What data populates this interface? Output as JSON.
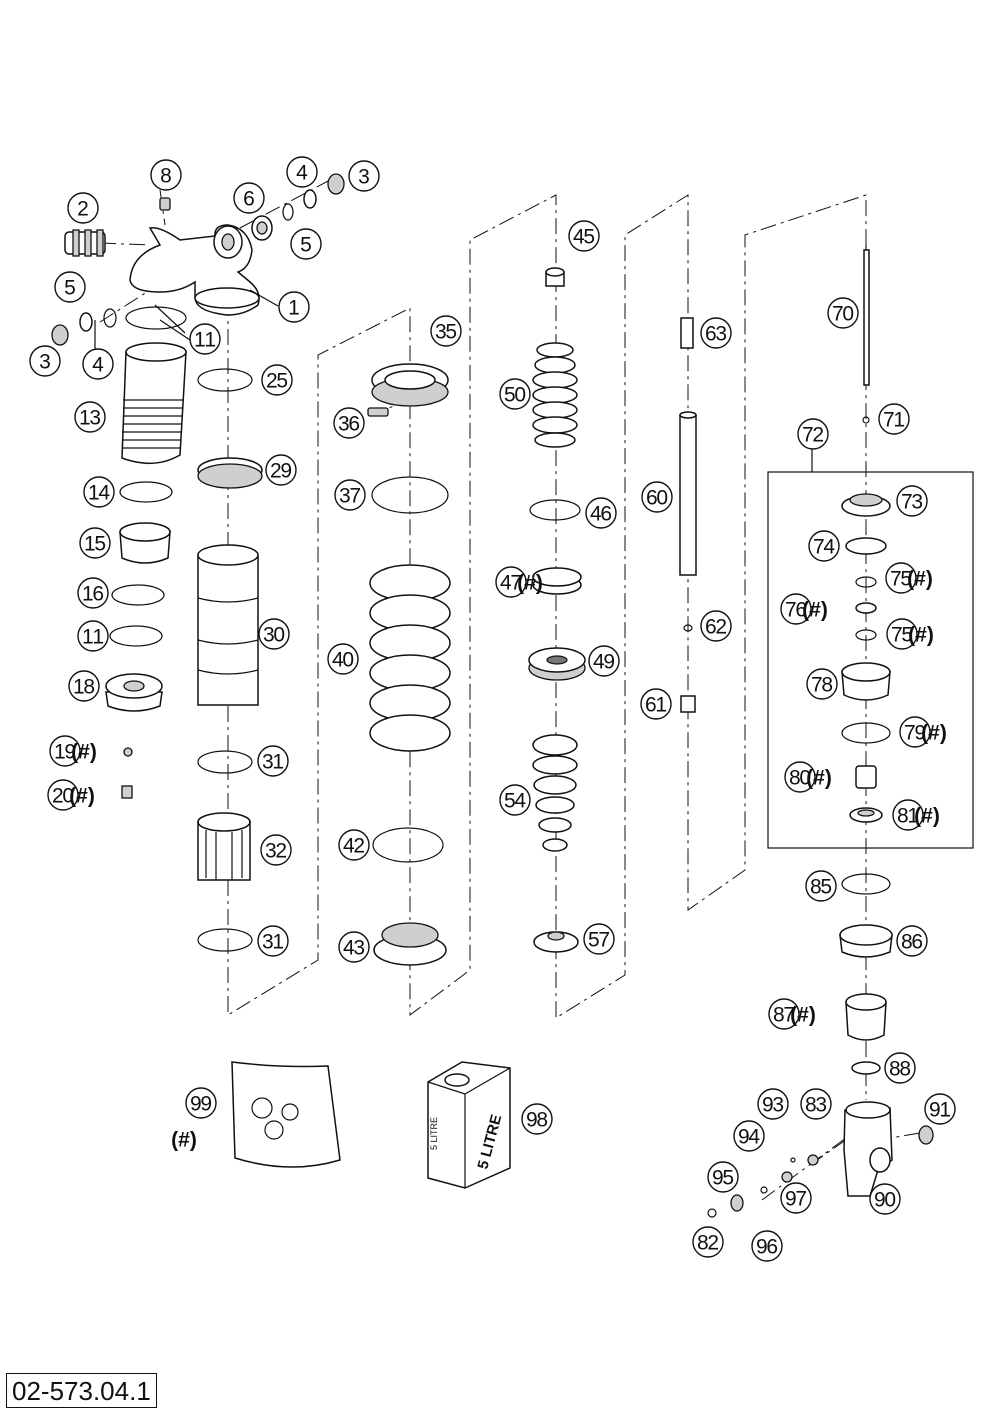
{
  "document": {
    "code": "02-573.04.1"
  },
  "hash_label": "(#)",
  "oil_can": {
    "label_side": "5 LITRE",
    "label_front": "5 LITRE"
  },
  "callouts": [
    {
      "label": "8",
      "hash": false
    },
    {
      "label": "2",
      "hash": false
    },
    {
      "label": "6",
      "hash": false
    },
    {
      "label": "4",
      "hash": false
    },
    {
      "label": "3",
      "hash": false
    },
    {
      "label": "5",
      "hash": false
    },
    {
      "label": "1",
      "hash": false
    },
    {
      "label": "5",
      "hash": false
    },
    {
      "label": "11",
      "hash": false
    },
    {
      "label": "3",
      "hash": false
    },
    {
      "label": "4",
      "hash": false
    },
    {
      "label": "13",
      "hash": false
    },
    {
      "label": "14",
      "hash": false
    },
    {
      "label": "15",
      "hash": false
    },
    {
      "label": "16",
      "hash": false
    },
    {
      "label": "11",
      "hash": false
    },
    {
      "label": "18",
      "hash": false
    },
    {
      "label": "19",
      "hash": true
    },
    {
      "label": "20",
      "hash": true
    },
    {
      "label": "25",
      "hash": false
    },
    {
      "label": "29",
      "hash": false
    },
    {
      "label": "30",
      "hash": false
    },
    {
      "label": "31",
      "hash": false
    },
    {
      "label": "32",
      "hash": false
    },
    {
      "label": "31",
      "hash": false
    },
    {
      "label": "35",
      "hash": false
    },
    {
      "label": "36",
      "hash": false
    },
    {
      "label": "37",
      "hash": false
    },
    {
      "label": "40",
      "hash": false
    },
    {
      "label": "42",
      "hash": false
    },
    {
      "label": "43",
      "hash": false
    },
    {
      "label": "45",
      "hash": false
    },
    {
      "label": "50",
      "hash": false
    },
    {
      "label": "46",
      "hash": false
    },
    {
      "label": "47",
      "hash": true
    },
    {
      "label": "49",
      "hash": false
    },
    {
      "label": "54",
      "hash": false
    },
    {
      "label": "57",
      "hash": false
    },
    {
      "label": "63",
      "hash": false
    },
    {
      "label": "60",
      "hash": false
    },
    {
      "label": "62",
      "hash": false
    },
    {
      "label": "61",
      "hash": false
    },
    {
      "label": "70",
      "hash": false
    },
    {
      "label": "71",
      "hash": false
    },
    {
      "label": "72",
      "hash": false
    },
    {
      "label": "73",
      "hash": false
    },
    {
      "label": "74",
      "hash": false
    },
    {
      "label": "75",
      "hash": true
    },
    {
      "label": "76",
      "hash": true
    },
    {
      "label": "75",
      "hash": true
    },
    {
      "label": "78",
      "hash": false
    },
    {
      "label": "79",
      "hash": true
    },
    {
      "label": "80",
      "hash": true
    },
    {
      "label": "81",
      "hash": true
    },
    {
      "label": "85",
      "hash": false
    },
    {
      "label": "86",
      "hash": false
    },
    {
      "label": "87",
      "hash": true
    },
    {
      "label": "88",
      "hash": false
    },
    {
      "label": "93",
      "hash": false
    },
    {
      "label": "83",
      "hash": false
    },
    {
      "label": "91",
      "hash": false
    },
    {
      "label": "94",
      "hash": false
    },
    {
      "label": "95",
      "hash": false
    },
    {
      "label": "97",
      "hash": false
    },
    {
      "label": "90",
      "hash": false
    },
    {
      "label": "82",
      "hash": false
    },
    {
      "label": "96",
      "hash": false
    },
    {
      "label": "99",
      "hash": true
    },
    {
      "label": "98",
      "hash": false
    }
  ]
}
